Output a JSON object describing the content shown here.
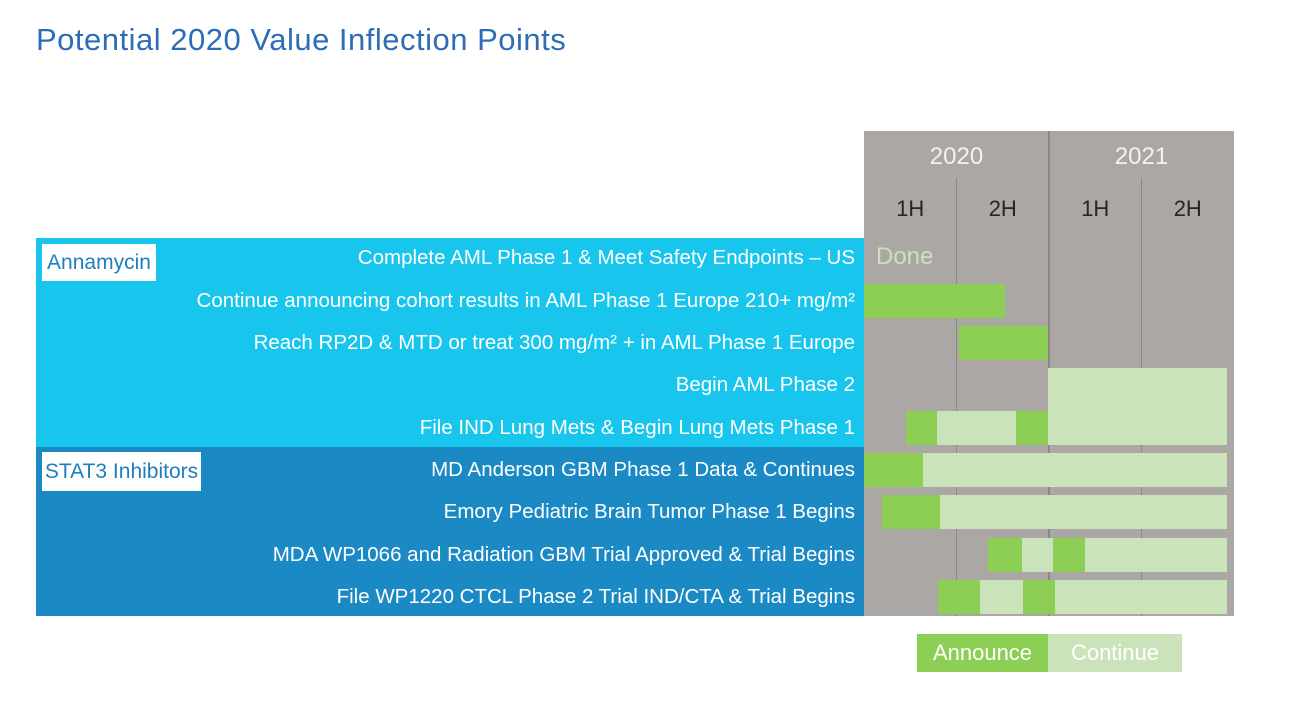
{
  "title": "Potential 2020 Value Inflection Points",
  "colors": {
    "title_blue": "#2d6db5",
    "band_cyan": "#18c5ec",
    "band_blue": "#1b8ac4",
    "panel_gray": "#aba7a5",
    "announce_green": "#8dce55",
    "continue_green": "#cbe3ba",
    "group_label_blue": "#1e7fc0",
    "divider_gray": "#8b8887"
  },
  "timeline": {
    "years": [
      {
        "label": "2020",
        "halves": [
          "1H",
          "2H"
        ]
      },
      {
        "label": "2021",
        "halves": [
          "1H",
          "2H"
        ]
      }
    ]
  },
  "groups": [
    {
      "label": "Annamycin"
    },
    {
      "label": "STAT3 Inhibitors"
    }
  ],
  "legend": [
    {
      "label": "Announce",
      "type": "announce"
    },
    {
      "label": "Continue",
      "type": "continue"
    }
  ],
  "chart_data": {
    "type": "gantt",
    "x_axis": {
      "unit": "half-year",
      "columns": [
        "2020 1H",
        "2020 2H",
        "2021 1H",
        "2021 2H"
      ],
      "range": [
        0,
        4
      ]
    },
    "legend_position": "bottom-right",
    "rows": [
      {
        "group": "Annamycin",
        "label": "Complete AML Phase 1 & Meet Safety Endpoints – US",
        "status_text": "Done",
        "segments": []
      },
      {
        "group": "Annamycin",
        "label": "Continue announcing cohort results in AML Phase 1 Europe 210+ mg/m²",
        "segments": [
          {
            "type": "announce",
            "from": 0,
            "to": 1.52
          }
        ]
      },
      {
        "group": "Annamycin",
        "label": "Reach RP2D & MTD or treat 300 mg/m² + in AML Phase 1 Europe",
        "segments": [
          {
            "type": "announce",
            "from": 1.03,
            "to": 1.99
          }
        ]
      },
      {
        "group": "Annamycin",
        "label": "Begin AML Phase 2",
        "extends_to_next_row": true,
        "segments": [
          {
            "type": "continue",
            "from": 1.99,
            "to": 3.92
          }
        ]
      },
      {
        "group": "Annamycin",
        "label": "File IND Lung Mets & Begin Lung Mets Phase 1",
        "segments": [
          {
            "type": "announce",
            "from": 0.45,
            "to": 0.79
          },
          {
            "type": "continue",
            "from": 0.79,
            "to": 1.64
          },
          {
            "type": "announce",
            "from": 1.64,
            "to": 1.99
          },
          {
            "type": "continue",
            "from": 1.99,
            "to": 3.92
          }
        ]
      },
      {
        "group": "STAT3 Inhibitors",
        "label": "MD Anderson GBM Phase 1 Data & Continues",
        "segments": [
          {
            "type": "announce",
            "from": 0,
            "to": 0.64
          },
          {
            "type": "continue",
            "from": 0.64,
            "to": 3.92
          }
        ]
      },
      {
        "group": "STAT3 Inhibitors",
        "label": "Emory Pediatric Brain Tumor Phase 1 Begins",
        "segments": [
          {
            "type": "announce",
            "from": 0.19,
            "to": 0.82
          },
          {
            "type": "continue",
            "from": 0.82,
            "to": 3.92
          }
        ]
      },
      {
        "group": "STAT3 Inhibitors",
        "label": "MDA WP1066 and Radiation GBM Trial Approved & Trial Begins",
        "segments": [
          {
            "type": "announce",
            "from": 1.34,
            "to": 1.71
          },
          {
            "type": "continue",
            "from": 1.71,
            "to": 2.04
          },
          {
            "type": "announce",
            "from": 2.04,
            "to": 2.39
          },
          {
            "type": "continue",
            "from": 2.39,
            "to": 3.92
          }
        ]
      },
      {
        "group": "STAT3 Inhibitors",
        "label": "File WP1220 CTCL Phase 2 Trial IND/CTA  & Trial Begins",
        "segments": [
          {
            "type": "announce",
            "from": 0.8,
            "to": 1.25
          },
          {
            "type": "continue",
            "from": 1.25,
            "to": 1.72
          },
          {
            "type": "announce",
            "from": 1.72,
            "to": 2.06
          },
          {
            "type": "continue",
            "from": 2.06,
            "to": 3.92
          }
        ]
      }
    ]
  }
}
